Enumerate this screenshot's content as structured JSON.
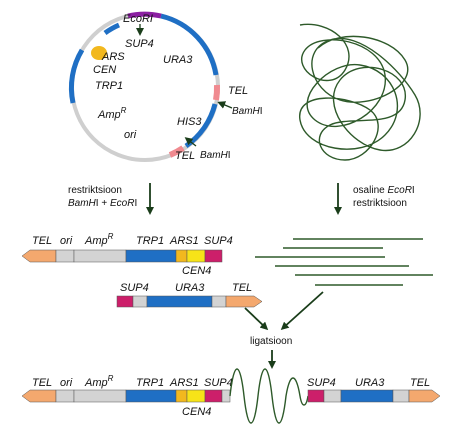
{
  "plasmid": {
    "labels": {
      "ecori": "EcoRI",
      "sup4": "SUP4",
      "ura3": "URA3",
      "ars": "ARS",
      "cen": "CEN",
      "trp1": "TRP1",
      "ampr_base": "Amp",
      "ampr_sup": "R",
      "ori": "ori",
      "tel_right": "TEL",
      "bamhi_right_italic": "BamH",
      "bamhi_right_roman": "I",
      "his3": "HIS3",
      "tel_bottom": "TEL",
      "bamhi_bottom_italic": "BamH",
      "bamhi_bottom_roman": "I"
    }
  },
  "steps": {
    "left_line1": "restriktsioon",
    "left_line2_a": "BamH",
    "left_line2_b": "I + ",
    "left_line2_c": "EcoR",
    "left_line2_d": "I",
    "right_line1_a": "osaline ",
    "right_line1_b": "EcoR",
    "right_line1_c": "I",
    "right_line2": "restriktsioon",
    "ligation": "ligatsioon"
  },
  "fragment_left": {
    "tel": "TEL",
    "ori": "ori",
    "amp": "Amp",
    "amp_sup": "R",
    "trp1": "TRP1",
    "ars1": "ARS1",
    "sup4": "SUP4",
    "cen4": "CEN4"
  },
  "fragment_right": {
    "sup4": "SUP4",
    "ura3": "URA3",
    "tel": "TEL"
  },
  "product": {
    "tel1": "TEL",
    "ori": "ori",
    "amp": "Amp",
    "amp_sup": "R",
    "trp1": "TRP1",
    "ars1": "ARS1",
    "sup4_1": "SUP4",
    "cen4": "CEN4",
    "sup4_2": "SUP4",
    "ura3": "URA3",
    "tel2": "TEL"
  },
  "colors": {
    "blue": "#1f6fc4",
    "orange": "#f4a86e",
    "grey": "#d3d3d3",
    "magenta": "#cc1f6a",
    "yellow": "#f7e318",
    "purple": "#8b1fa2",
    "gold": "#f2b81e",
    "pink": "#f08a90",
    "dna_green": "#2e5a2a",
    "arrow": "#1a3d1a"
  }
}
